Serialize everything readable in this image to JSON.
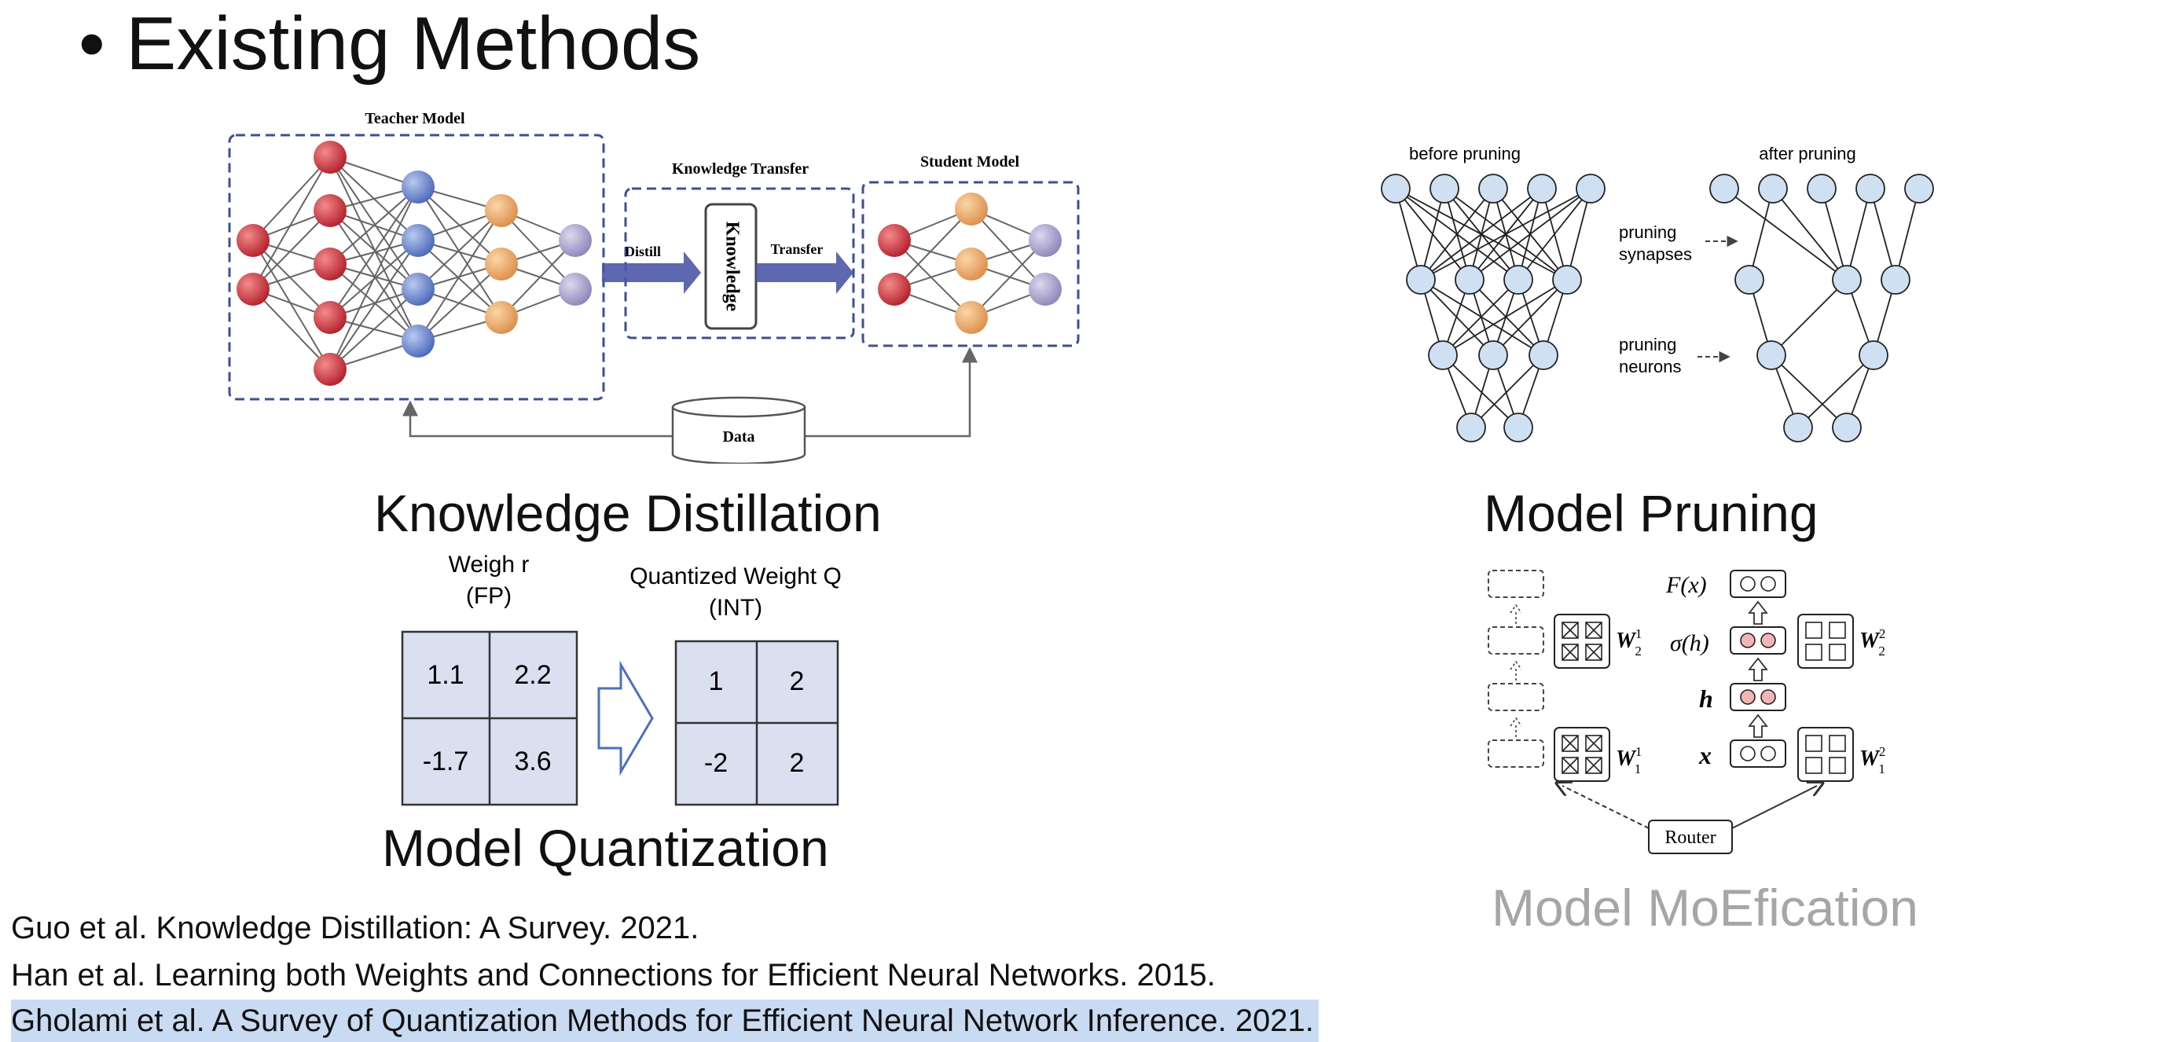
{
  "slide": {
    "title": "• Existing Methods"
  },
  "distillation": {
    "teacher_label": "Teacher Model",
    "transfer_label": "Knowledge Transfer",
    "student_label": "Student Model",
    "distill_label": "Distill",
    "transfer_arrow_label": "Transfer",
    "knowledge_label": "Knowledge",
    "data_label": "Data",
    "caption": "Knowledge Distillation"
  },
  "pruning": {
    "before_label": "before pruning",
    "after_label": "after pruning",
    "synapses_label_1": "pruning",
    "synapses_label_2": "synapses",
    "neurons_label_1": "pruning",
    "neurons_label_2": "neurons",
    "caption": "Model Pruning"
  },
  "quantization": {
    "left_title_1": "Weigh r",
    "left_title_2": "(FP)",
    "right_title_1": "Quantized Weight Q",
    "right_title_2": "(INT)",
    "fp_values": [
      "1.1",
      "2.2",
      "-1.7",
      "3.6"
    ],
    "int_values": [
      "1",
      "2",
      "-2",
      "2"
    ],
    "caption": "Model Quantization"
  },
  "moefication": {
    "fx_label": "F(x)",
    "sigma_label": "σ(h)",
    "h_label": "h",
    "x_label": "x",
    "w2_1": "W",
    "w2_1_sup": "1",
    "w2_1_sub": "2",
    "w2_2": "W",
    "w2_2_sup": "2",
    "w2_2_sub": "2",
    "w1_1": "W",
    "w1_1_sup": "1",
    "w1_1_sub": "1",
    "w1_2": "W",
    "w1_2_sup": "2",
    "w1_2_sub": "1",
    "router_label": "Router",
    "caption": "Model MoEfication"
  },
  "references": [
    "Guo et al. Knowledge Distillation: A Survey. 2021.",
    "Han et al. Learning both Weights and Connections for Efficient Neural Networks. 2015.",
    "Gholami et al. A Survey of Quantization Methods for Efficient Neural Network Inference. 2021."
  ],
  "colors": {
    "red_node": "#c0333d",
    "blue_node": "#5f7fc4",
    "orange_node": "#e6a468",
    "purple_node": "#a19bc6",
    "dash_border": "#3d4f94",
    "arrow": "#4b58a8",
    "pruning_node": "#cfe0f3",
    "quant_cell": "#dbe0f0",
    "ref_highlight": "#c9dbf3"
  }
}
